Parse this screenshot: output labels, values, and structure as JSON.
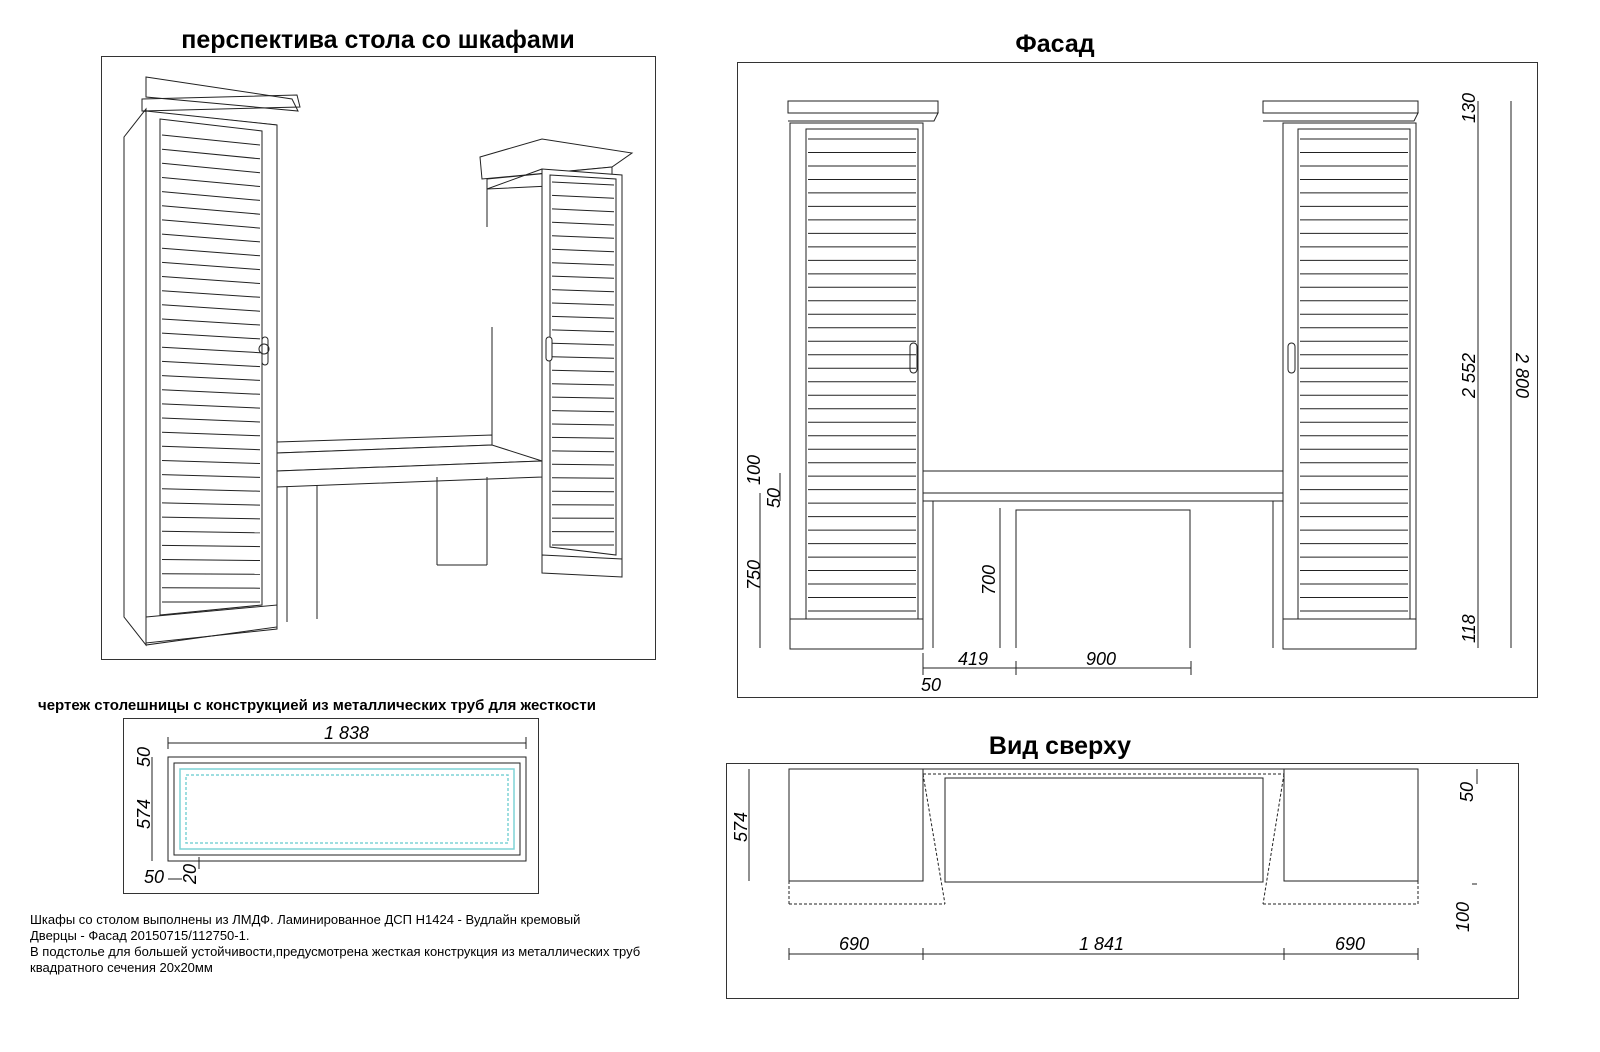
{
  "perspective": {
    "title": "перспектива стола со шкафами"
  },
  "facade": {
    "title": "Фасад",
    "dims": {
      "h130": "130",
      "h2552": "2 552",
      "h2800": "2 800",
      "h118": "118",
      "h100": "100",
      "h50v": "50",
      "h750": "750",
      "h700": "700",
      "w419": "419",
      "w900": "900",
      "w50": "50"
    }
  },
  "tabletop": {
    "title": "чертеж столешницы с конструкцией из металлических труб для жесткости",
    "dims": {
      "w1838": "1 838",
      "h50t": "50",
      "h574": "574",
      "h50b": "50",
      "h20": "20"
    }
  },
  "topview": {
    "title": "Вид сверху",
    "dims": {
      "d574": "574",
      "d50": "50",
      "d100": "100",
      "w690a": "690",
      "w1841": "1 841",
      "w690b": "690"
    }
  },
  "notes": {
    "line1": "Шкафы со столом выполнены из ЛМДФ. Ламинированное ДСП H1424 - Вудлайн кремовый",
    "line2": "Дверцы - Фасад 20150715/112750-1.",
    "line3": "В подстолье для большей устойчивости,предусмотрена жесткая конструкция из металлических труб",
    "line4": "квадратного сечения 20х20мм"
  },
  "colors": {
    "line": "#222222",
    "tube": "#7fd3d6"
  }
}
